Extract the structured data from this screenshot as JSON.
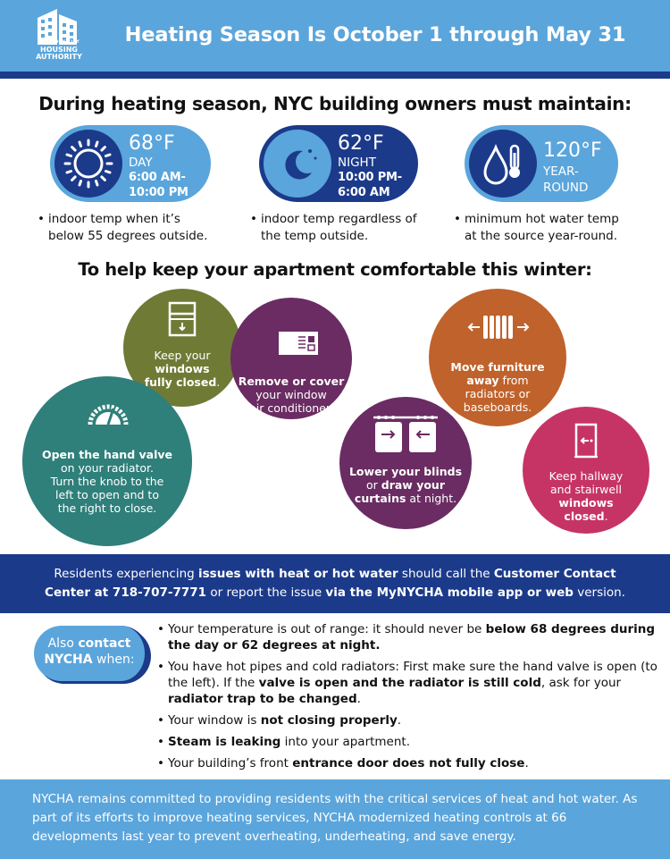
{
  "header": {
    "logo_lines": [
      "NEW YORK CITY",
      "HOUSING",
      "AUTHORITY"
    ],
    "title": "Heating Season Is October 1 through May 31"
  },
  "requirements": {
    "title": "During heating season, NYC building owners must maintain:",
    "day": {
      "temp": "68°F",
      "label": "DAY",
      "hours": [
        "6:00 AM-",
        "10:00 PM"
      ],
      "note": [
        "indoor temp when it’s",
        "below 55 degrees outside."
      ]
    },
    "night": {
      "temp": "62°F",
      "label": "NIGHT",
      "hours": [
        "10:00 PM-",
        "6:00 AM"
      ],
      "note": [
        "indoor temp regardless of",
        "the temp outside."
      ]
    },
    "water": {
      "temp": "120°F",
      "label": [
        "YEAR-",
        "ROUND"
      ],
      "note": [
        "minimum hot water temp",
        "at the source year-round."
      ]
    },
    "bullet": "•"
  },
  "tips": {
    "title": "To help keep your apartment comfortable this winter:",
    "windows": {
      "l1": "Keep your",
      "l2": "windows",
      "l3": "fully closed",
      "l3_end": "."
    },
    "ac": {
      "l1": "Remove or cover",
      "l2": "your window",
      "l3": "air conditioner."
    },
    "furniture": {
      "l1": "Move furniture",
      "l2a": "away",
      "l2b": " from",
      "l3": "radiators or",
      "l4": "baseboards."
    },
    "valve": {
      "l1": "Open the hand valve",
      "l2": "on your radiator.",
      "l3": "Turn the knob to the",
      "l4": "left to open and to",
      "l5": "the right to close."
    },
    "blinds": {
      "l1": "Lower your blinds",
      "l2a": "or ",
      "l2b": "draw your",
      "l3a": "curtains",
      "l3b": " at night."
    },
    "hallway": {
      "l1": "Keep hallway",
      "l2": "and stairwell",
      "l3": "windows",
      "l4": "closed",
      "l4_end": "."
    }
  },
  "contact": {
    "p1": "Residents experiencing ",
    "b1": "issues with heat or hot water",
    "p2": " should call the ",
    "b2": "Customer Contact",
    "b3": "Center at 718-707-7771",
    "p3": " or report the issue ",
    "b4": "via the MyNYCHA mobile app or web",
    "p4": " version."
  },
  "also": {
    "l1a": "Also ",
    "l1b": "contact",
    "l2a": "NYCHA",
    "l2b": " when:"
  },
  "conditions": {
    "bullet": "•",
    "c1": {
      "a": "Your temperature is out of range: it should never be ",
      "b": "below 68 degrees during the day or 62 degrees at night."
    },
    "c2": {
      "a": "You have hot pipes and cold radiators: First make sure the hand valve is open (to the left). If the ",
      "b": "valve is open and the radiator is still cold",
      "c": ", ask for your ",
      "d": "radiator trap to be changed",
      "e": "."
    },
    "c3": {
      "a": "Your window is ",
      "b": "not closing properly",
      "c": "."
    },
    "c4": {
      "a": "Steam is leaking",
      "b": " into your apartment."
    },
    "c5": {
      "a": "Your building’s front ",
      "b": "entrance door does not fully close",
      "c": "."
    }
  },
  "footer": {
    "text": "NYCHA remains committed to providing residents with the critical services of heat and hot water. As part of its efforts to improve heating services, NYCHA modernized heating controls at 66 developments last year to prevent overheating, underheating, and save energy."
  },
  "colors": {
    "light_blue": "#5aa5dc",
    "navy": "#1c3a8a",
    "olive": "#6f7a35",
    "purple": "#6a2c62",
    "orange": "#c0622b",
    "teal": "#2f7f7a",
    "pink": "#c63465"
  }
}
